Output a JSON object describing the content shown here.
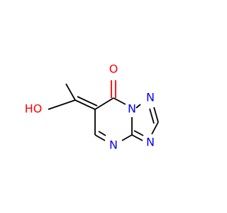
{
  "molecule": {
    "atoms": {
      "ho": "HO",
      "o_carbonyl": "O",
      "n_bridgehead": "N",
      "n_triazole_top": "N",
      "n_triazole_right": "N",
      "n_pyrimidine_bottom": "N"
    },
    "colors": {
      "oxygen": "#ff0000",
      "nitrogen": "#0000ff",
      "carbon_bond": "#000000",
      "background": "#ffffff"
    }
  }
}
